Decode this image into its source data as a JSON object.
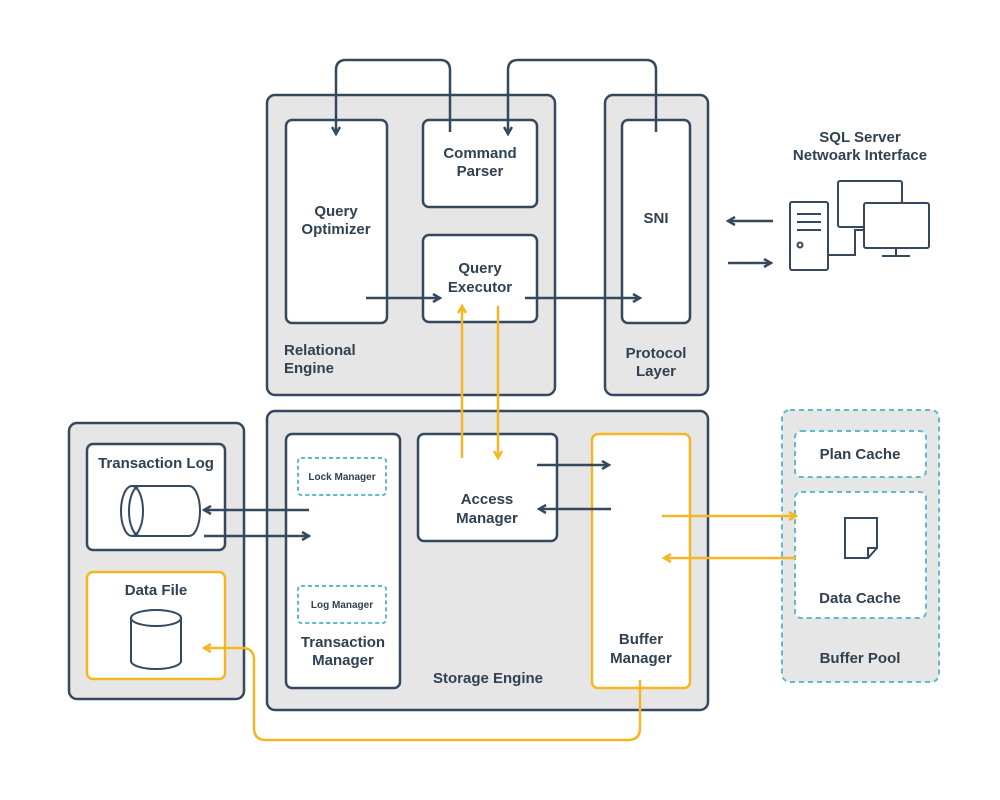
{
  "colors": {
    "dark": "#34495e",
    "yellow": "#f5b623",
    "teal": "#5fb9cf",
    "panel": "#e6e6e6",
    "white": "#ffffff"
  },
  "relational_engine": {
    "label_line1": "Relational",
    "label_line2": "Engine",
    "query_optimizer": {
      "line1": "Query",
      "line2": "Optimizer"
    },
    "command_parser": {
      "line1": "Command",
      "line2": "Parser"
    },
    "query_executor": {
      "line1": "Query",
      "line2": "Executor"
    }
  },
  "protocol_layer": {
    "label_line1": "Protocol",
    "label_line2": "Layer",
    "sni": "SNI"
  },
  "network_interface": {
    "line1": "SQL Server",
    "line2": "Netwoark Interface",
    "icon": "computer-network-icon"
  },
  "storage_engine": {
    "label": "Storage Engine",
    "transaction_manager": {
      "line1": "Transaction",
      "line2": "Manager",
      "lock_manager": "Lock Manager",
      "log_manager": "Log Manager"
    },
    "access_manager": {
      "line1": "Access",
      "line2": "Manager"
    },
    "buffer_manager": {
      "line1": "Buffer",
      "line2": "Manager"
    }
  },
  "files": {
    "transaction_log": {
      "label": "Transaction Log",
      "icon": "log-cylinder-icon"
    },
    "data_file": {
      "label": "Data File",
      "icon": "database-icon"
    }
  },
  "buffer_pool": {
    "label": "Buffer Pool",
    "plan_cache": "Plan Cache",
    "data_cache": "Data Cache",
    "icon": "document-icon"
  }
}
